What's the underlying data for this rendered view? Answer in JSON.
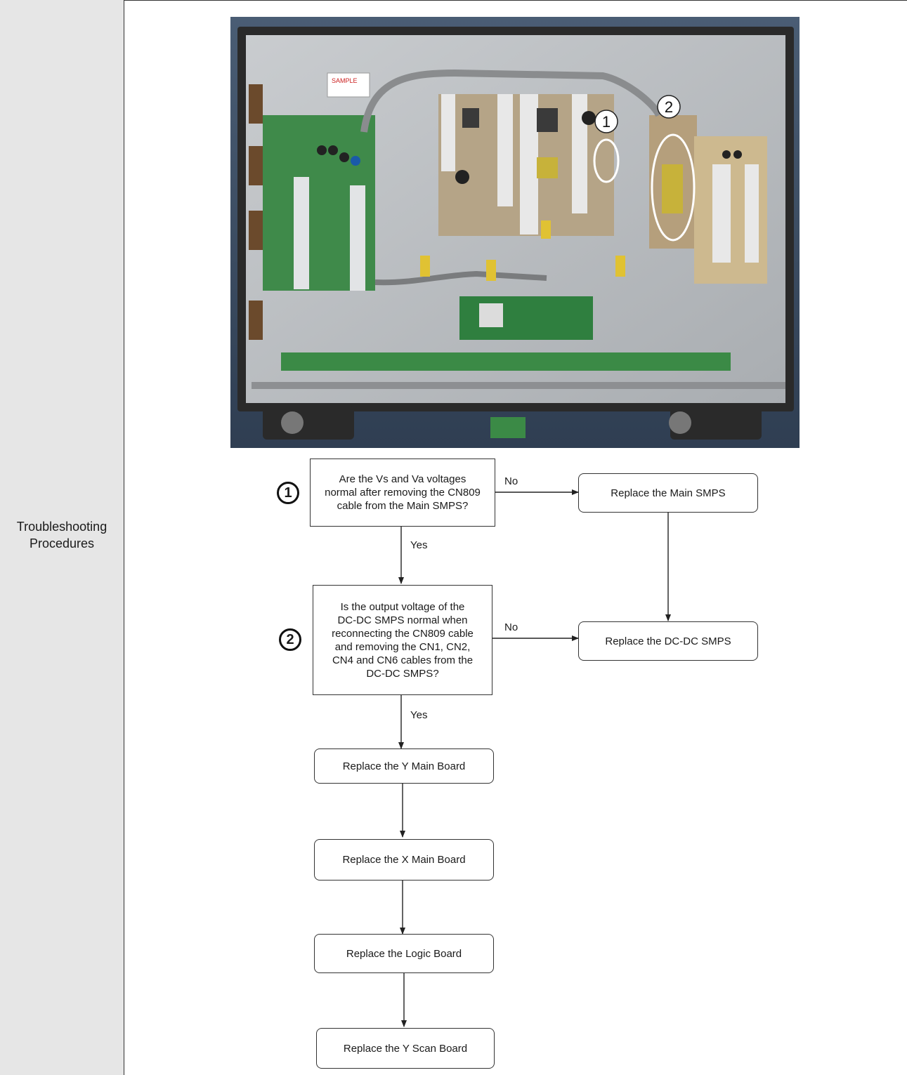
{
  "sidebar": {
    "title_line1": "Troubleshooting",
    "title_line2": "Procedures"
  },
  "photo": {
    "callout_1": "1",
    "callout_2": "2",
    "sticker_text": "SAMPLE"
  },
  "flowchart": {
    "step1_marker": "1",
    "step1_lines": [
      "Are the Vs and Va voltages",
      "normal after removing the CN809",
      "cable from the Main SMPS?"
    ],
    "step1_no": "No",
    "step1_yes": "Yes",
    "replace_main_smps": "Replace the Main SMPS",
    "step2_marker": "2",
    "step2_lines": [
      "Is the output voltage of the",
      "DC-DC SMPS normal when",
      "reconnecting the CN809 cable",
      "and removing the CN1, CN2,",
      "CN4 and CN6 cables from the",
      "DC-DC SMPS?"
    ],
    "step2_no": "No",
    "step2_yes": "Yes",
    "replace_dcdc_smps": "Replace the DC-DC SMPS",
    "replace_y_main": "Replace the Y Main Board",
    "replace_x_main": "Replace the X Main Board",
    "replace_logic": "Replace the Logic Board",
    "replace_y_scan": "Replace the Y Scan Board"
  }
}
